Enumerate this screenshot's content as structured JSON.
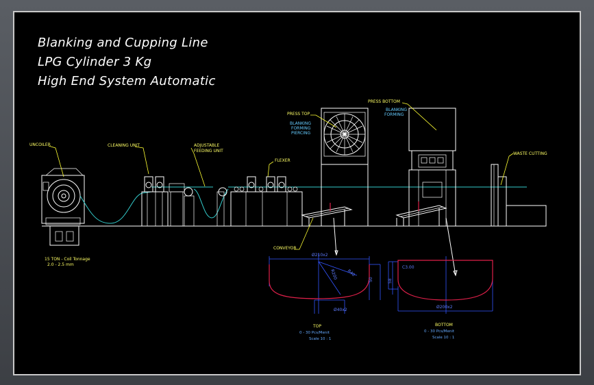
{
  "title": {
    "line1": "Blanking and Cupping Line",
    "line2": "LPG Cylinder 3 Kg",
    "line3": "High End System Automatic"
  },
  "labels": {
    "uncoiler": "UNCOILER",
    "cleaning_unit": "CLEANING UNIT",
    "adjustable_feeding_line1": "ADJUSTABLE",
    "adjustable_feeding_line2": "FEEDING UNIT",
    "flexer": "FLEXER",
    "press_top": "PRESS TOP",
    "press_top_sub1": "BLANKING",
    "press_top_sub2": "FORMING",
    "press_top_sub3": "PIERCING",
    "press_bottom": "PRESS BOTTOM",
    "press_bottom_sub1": "BLANKING",
    "press_bottom_sub2": "FORMING",
    "waste_cutting": "WASTE CUTTING",
    "conveyor": "CONVEYOR",
    "coil_note1": "15 TON - Coil Tonnage",
    "coil_note2": "2.0 - 2.5 mm"
  },
  "details": {
    "top": {
      "name": "TOP",
      "rate": "0 - 30 Pcs/Menit",
      "scale": "Scale 10 : 1",
      "dim_width": "Ø210x2",
      "dim_depth": "R200",
      "dim_radius": "R40",
      "dim_height": "50",
      "dim_hole": "Ø40x2"
    },
    "bottom": {
      "name": "BOTTOM",
      "rate": "0 - 30 Pcs/Menit",
      "scale": "Scale 10 : 1",
      "dim_width": "Ø200x2",
      "dim_top": "C3.00",
      "dim_height": "58"
    }
  },
  "colors": {
    "background": "#000000",
    "title": "#ffffff",
    "label": "#ffff66",
    "strip": "#33cccc",
    "dimension": "#3355ff",
    "profile": "#e0204a"
  }
}
